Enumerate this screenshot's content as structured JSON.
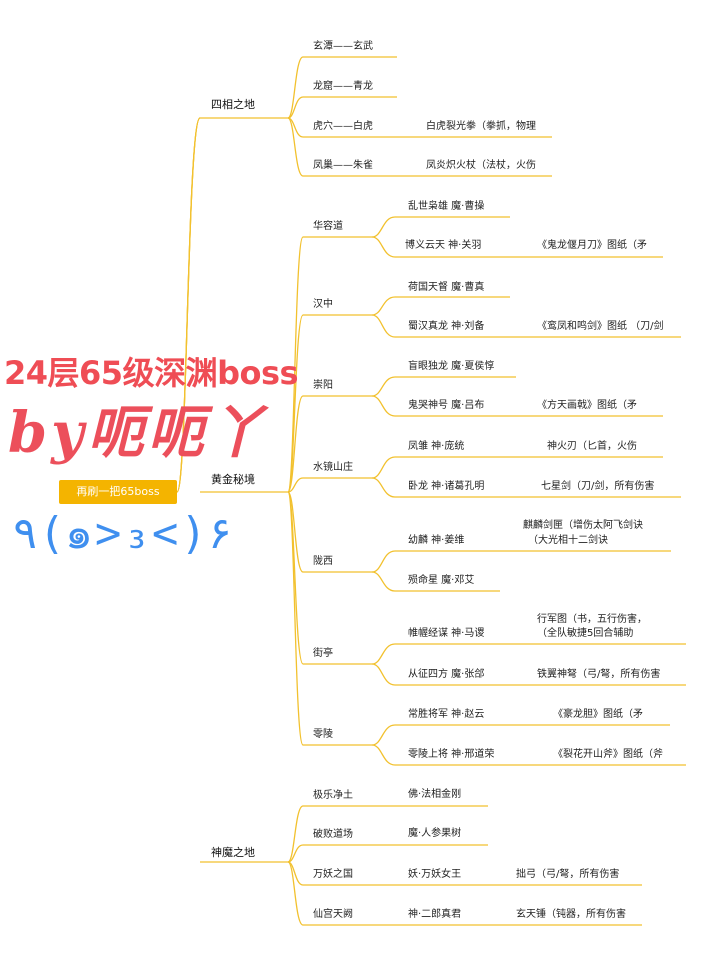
{
  "root": {
    "label": "再刷一把65boss"
  },
  "overlay": {
    "line1": "24层65级深渊boss",
    "line2": "by呃呃丫",
    "line3": "٩(๑>₃<)۶"
  },
  "branches": [
    {
      "id": "b1",
      "label": "四相之地"
    },
    {
      "id": "b2",
      "label": "黄金秘境"
    },
    {
      "id": "b3",
      "label": "神魔之地"
    }
  ],
  "subs": [
    {
      "id": "s1",
      "label": "玄潭——玄武"
    },
    {
      "id": "s2",
      "label": "龙窟——青龙"
    },
    {
      "id": "s3",
      "label": "虎穴——白虎"
    },
    {
      "id": "s4",
      "label": "凤巢——朱雀"
    },
    {
      "id": "s5",
      "label": "华容道"
    },
    {
      "id": "s6",
      "label": "汉中"
    },
    {
      "id": "s7",
      "label": "崇阳"
    },
    {
      "id": "s8",
      "label": "水镜山庄"
    },
    {
      "id": "s9",
      "label": "陇西"
    },
    {
      "id": "s10",
      "label": "街亭"
    },
    {
      "id": "s11",
      "label": "零陵"
    },
    {
      "id": "s12",
      "label": "极乐净土"
    },
    {
      "id": "s13",
      "label": "破败道场"
    },
    {
      "id": "s14",
      "label": "万妖之国"
    },
    {
      "id": "s15",
      "label": "仙宫天阙"
    }
  ],
  "bosses": [
    {
      "id": "o1",
      "label": "乱世枭雄  魔·曹操"
    },
    {
      "id": "o2",
      "label": "博义云天  神·关羽"
    },
    {
      "id": "o3",
      "label": "荷国天督  魔·曹真"
    },
    {
      "id": "o4",
      "label": "蜀汉真龙  神·刘备"
    },
    {
      "id": "o5",
      "label": "盲眼独龙  魔·夏侯惇"
    },
    {
      "id": "o6",
      "label": "鬼哭神号  魔·吕布"
    },
    {
      "id": "o7",
      "label": "凤雏    神·庞统"
    },
    {
      "id": "o8",
      "label": "卧龙    神·诸葛孔明"
    },
    {
      "id": "o9",
      "label": "幼麟    神·姜维"
    },
    {
      "id": "o10",
      "label": "殒命星  魔·邓艾"
    },
    {
      "id": "o11",
      "label": "帷幄经谋  神·马谡"
    },
    {
      "id": "o12",
      "label": "从征四方  魔·张郃"
    },
    {
      "id": "o13",
      "label": "常胜将军  神·赵云"
    },
    {
      "id": "o14",
      "label": "零陵上将  神·邢道荣"
    },
    {
      "id": "o15",
      "label": "佛·法相金刚"
    },
    {
      "id": "o16",
      "label": "魔·人参果树"
    },
    {
      "id": "o17",
      "label": "妖·万妖女王"
    },
    {
      "id": "o18",
      "label": "神·二郎真君"
    }
  ],
  "drops": [
    {
      "id": "d1",
      "label": "白虎裂光拳（拳抓，物理"
    },
    {
      "id": "d2",
      "label": "凤炎炽火杖（法杖，火伤"
    },
    {
      "id": "d3",
      "label": "《鬼龙偃月刀》图纸（矛"
    },
    {
      "id": "d4",
      "label": "《鸾凤和鸣剑》图纸 （刀/剑"
    },
    {
      "id": "d5",
      "label": "《方天画戟》图纸（矛"
    },
    {
      "id": "d6",
      "label": "神火刃（匕首，火伤"
    },
    {
      "id": "d7",
      "label": "七星剑（刀/剑，所有伤害"
    },
    {
      "id": "d8a",
      "label": "麒麟剑匣（增伤太阿飞剑诀"
    },
    {
      "id": "d8b",
      "label": "（大光相十二剑诀"
    },
    {
      "id": "d9a",
      "label": "行军图（书，五行伤害，"
    },
    {
      "id": "d9b",
      "label": "（全队敏捷5回合辅助"
    },
    {
      "id": "d10",
      "label": "铁翼神弩（弓/弩，所有伤害"
    },
    {
      "id": "d11",
      "label": "《豪龙胆》图纸（矛"
    },
    {
      "id": "d12",
      "label": "《裂花开山斧》图纸（斧"
    },
    {
      "id": "d13",
      "label": "拙弓（弓/弩，所有伤害"
    },
    {
      "id": "d14",
      "label": "玄天锤（钝器，所有伤害"
    }
  ],
  "colors": {
    "line": "#f2c12e",
    "root_fill": "#f4b400",
    "overlay_red": "#ec4f5b",
    "overlay_blue": "#3f8fef"
  }
}
